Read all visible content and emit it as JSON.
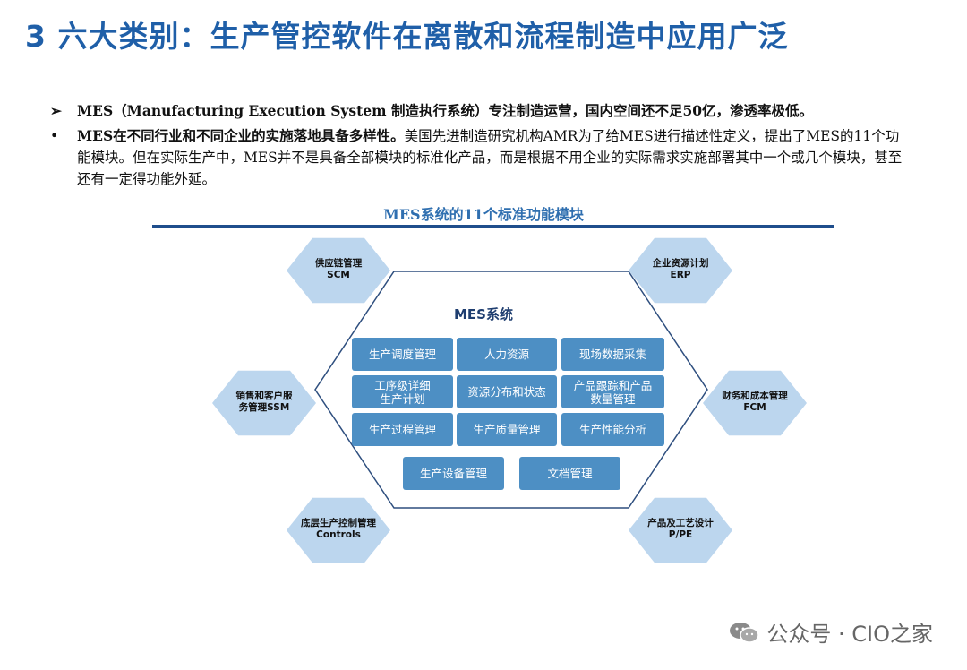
{
  "title": "3 六大类别：生产管控软件在离散和流程制造中应用广泛",
  "bullets": [
    {
      "marker": "➢",
      "text": "MES（Manufacturing Execution System 制造执行系统）专注制造运营，国内空间还不足50亿，渗透率极低。"
    },
    {
      "marker": "•",
      "bold": "MES在不同行业和不同企业的实施落地具备多样性。",
      "text": "美国先进制造研究机构AMR为了给MES进行描述性定义，提出了MES的11个功能模块。但在实际生产中，MES并不是具备全部模块的标准化产品，而是根据不用企业的实际需求实施部署其中一个或几个模块，甚至还有一定得功能外延。"
    }
  ],
  "diagram": {
    "title": "MES系统的11个标准功能模块",
    "center": "MES系统",
    "outer_nodes": [
      {
        "line1": "供应链管理",
        "line2": "SCM"
      },
      {
        "line1": "企业资源计划",
        "line2": "ERP"
      },
      {
        "line1": "销售和客户服",
        "line2": "务管理SSM"
      },
      {
        "line1": "财务和成本管理",
        "line2": "FCM"
      },
      {
        "line1": "底层生产控制管理",
        "line2": "Controls"
      },
      {
        "line1": "产品及工艺设计",
        "line2": "P/PE"
      }
    ],
    "modules": [
      "生产调度管理",
      "人力资源",
      "现场数据采集",
      "工序级详细\n生产计划",
      "资源分布和状态",
      "产品跟踪和产品\n数量管理",
      "生产过程管理",
      "生产质量管理",
      "生产性能分析",
      "生产设备管理",
      "文档管理"
    ],
    "colors": {
      "outer_fill": "#bcd6ee",
      "module_fill": "#4d8fc4",
      "hex_stroke": "#2f4f7f"
    }
  },
  "watermark": "公众号 · CIO之家"
}
